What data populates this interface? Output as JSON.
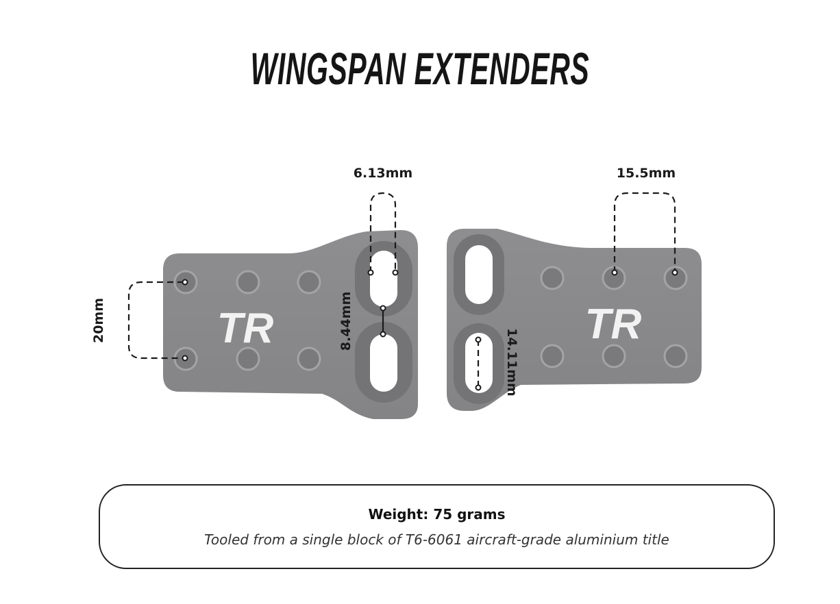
{
  "title": "WINGSPAN EXTENDERS",
  "dimensions": {
    "slot_width": "6.13mm",
    "slot_spacing": "8.44mm",
    "hole_row_spacing": "20mm",
    "hole_column_spacing": "15.5mm",
    "slot_length": "14.11mm"
  },
  "logo": "TR",
  "info": {
    "weight": "Weight: 75 grams",
    "material": "Tooled from a single block of T6-6061 aircraft-grade aluminium title"
  },
  "colors": {
    "plate": "#8a8a8c",
    "slot_ring": "#747476",
    "dimension_line": "#1a1a1a",
    "title": "#151515"
  }
}
